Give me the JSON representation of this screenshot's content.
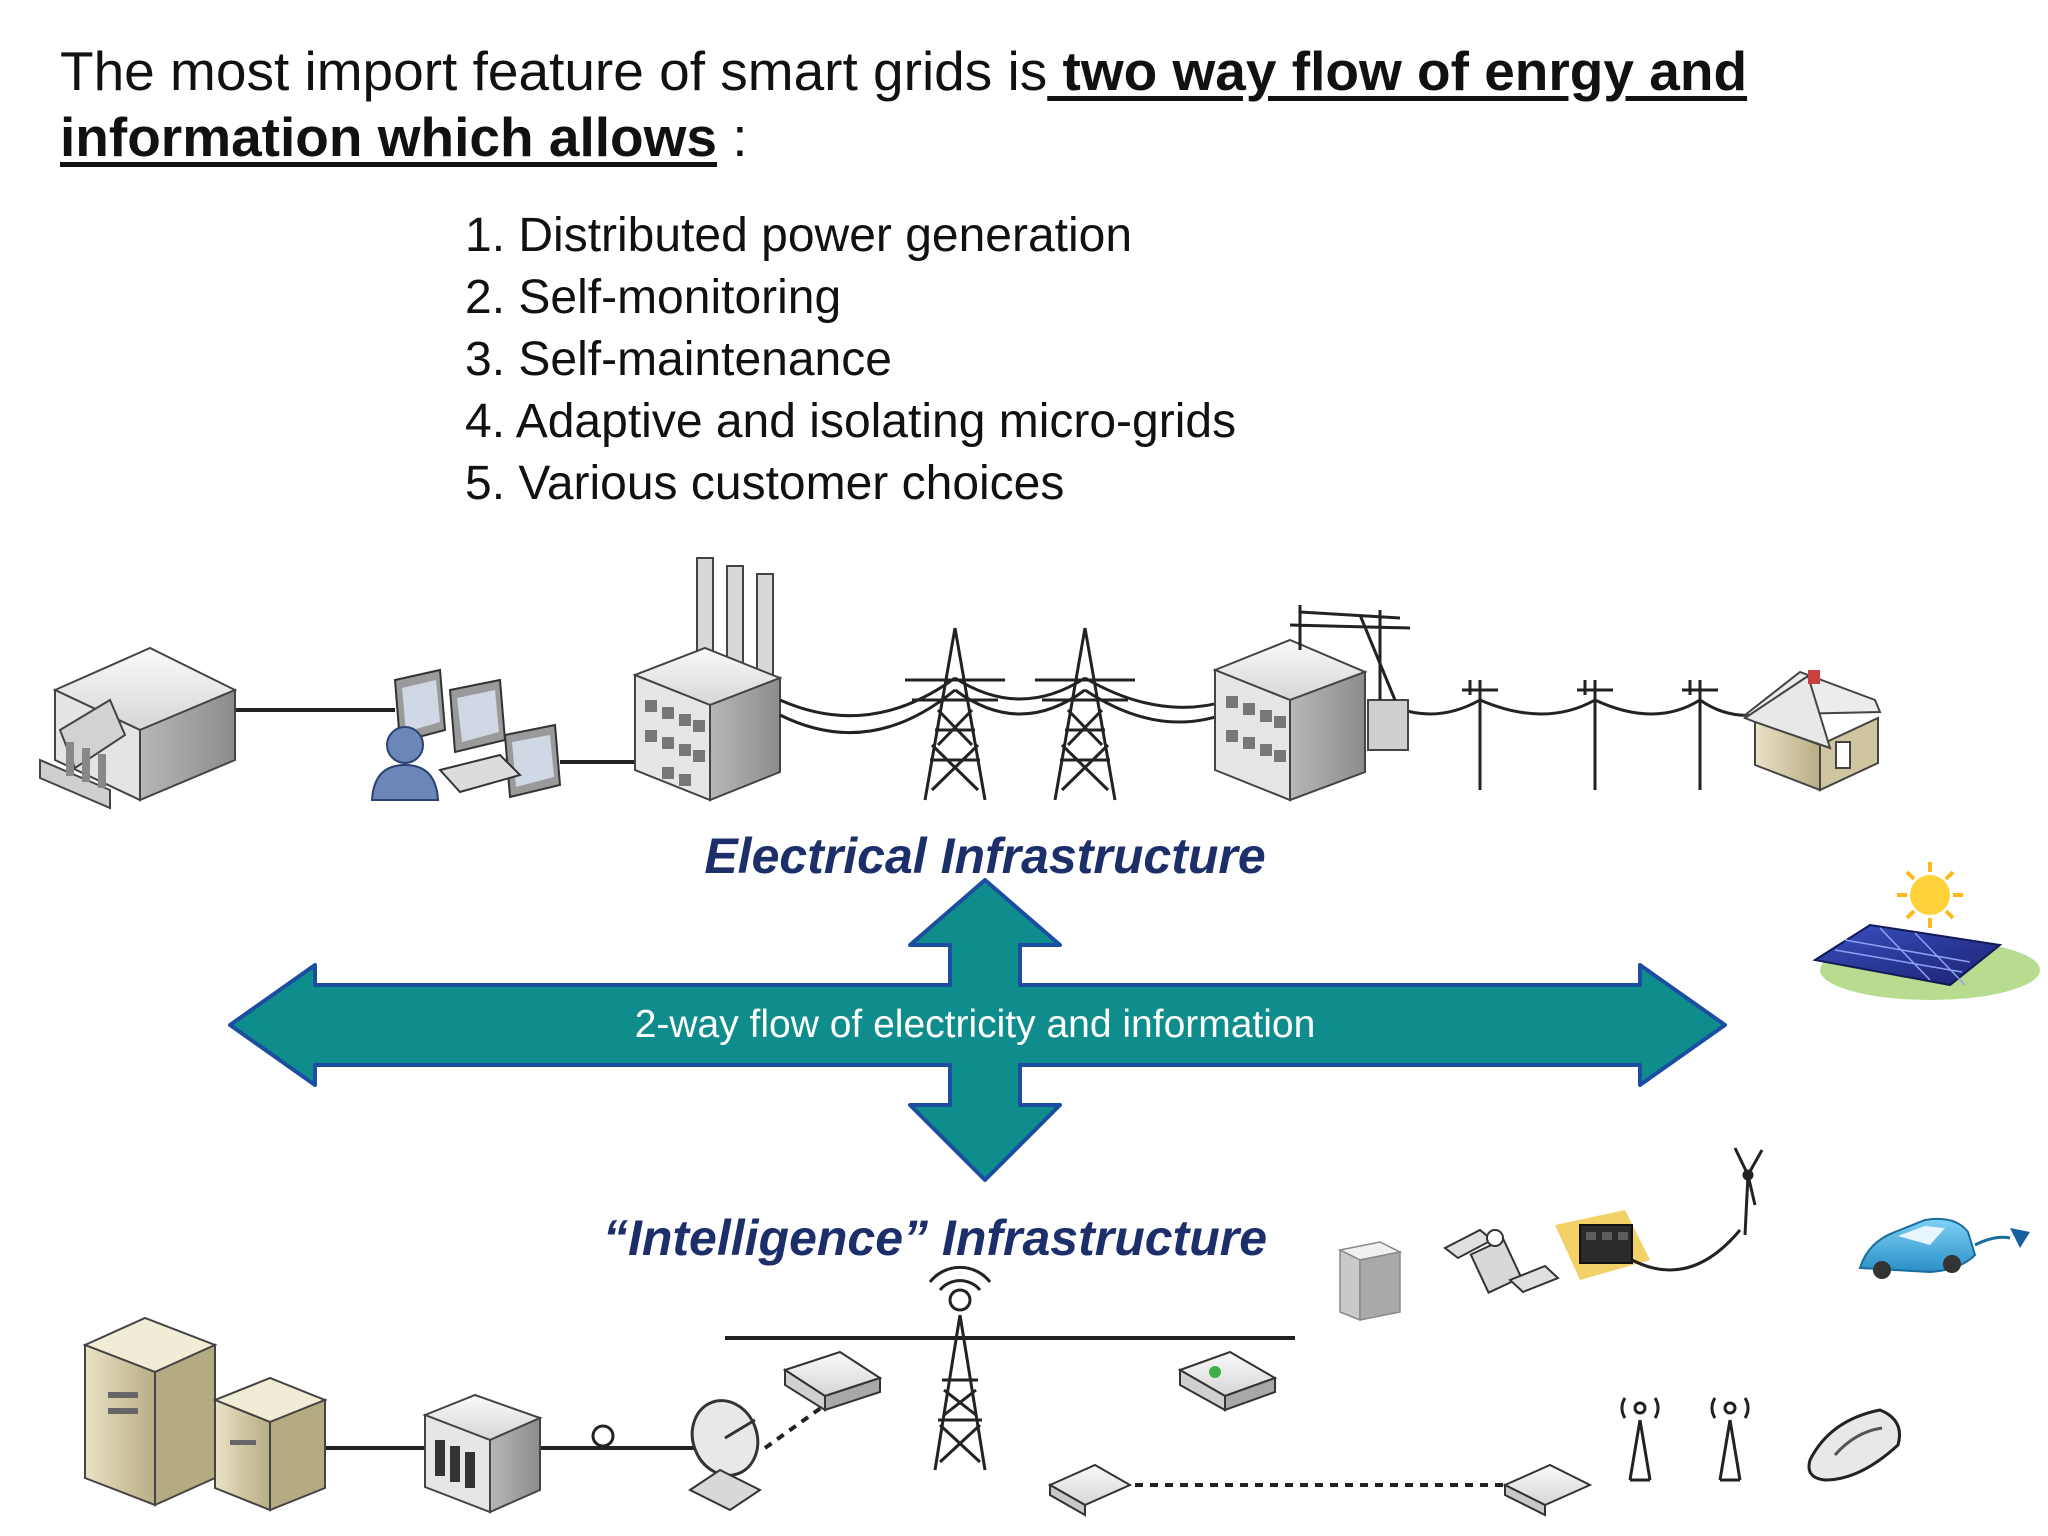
{
  "slide": {
    "heading_plain": "The most import feature of smart grids is",
    "heading_emphasis": " two way flow of enrgy and information which allows",
    "heading_suffix": " :",
    "features": [
      "1. Distributed power generation",
      "2. Self-monitoring",
      "3. Self-maintenance",
      "4. Adaptive and isolating micro-grids",
      "5. Various customer choices"
    ]
  },
  "diagram": {
    "top_label": "Electrical Infrastructure",
    "arrow_label": "2-way flow of electricity and information",
    "bottom_label": "“Intelligence” Infrastructure",
    "colors": {
      "arrow_fill": "#0f8d8d",
      "arrow_stroke": "#1b4ea0",
      "label_text": "#1d2f6a",
      "line": "#222222"
    },
    "icons": [
      "office-building-icon",
      "operator-workstation-icon",
      "power-plant-icon",
      "transmission-tower-icon",
      "substation-icon",
      "utility-pole-icon",
      "house-icon",
      "solar-panel-icon",
      "server-icon",
      "network-switch-icon",
      "satellite-dish-icon",
      "router-icon",
      "communication-tower-icon",
      "wireless-antenna-icon",
      "mobile-phone-icon",
      "battery-storage-icon",
      "wind-turbine-icon",
      "electric-car-icon",
      "satellite-icon",
      "meter-cabinet-icon"
    ]
  }
}
